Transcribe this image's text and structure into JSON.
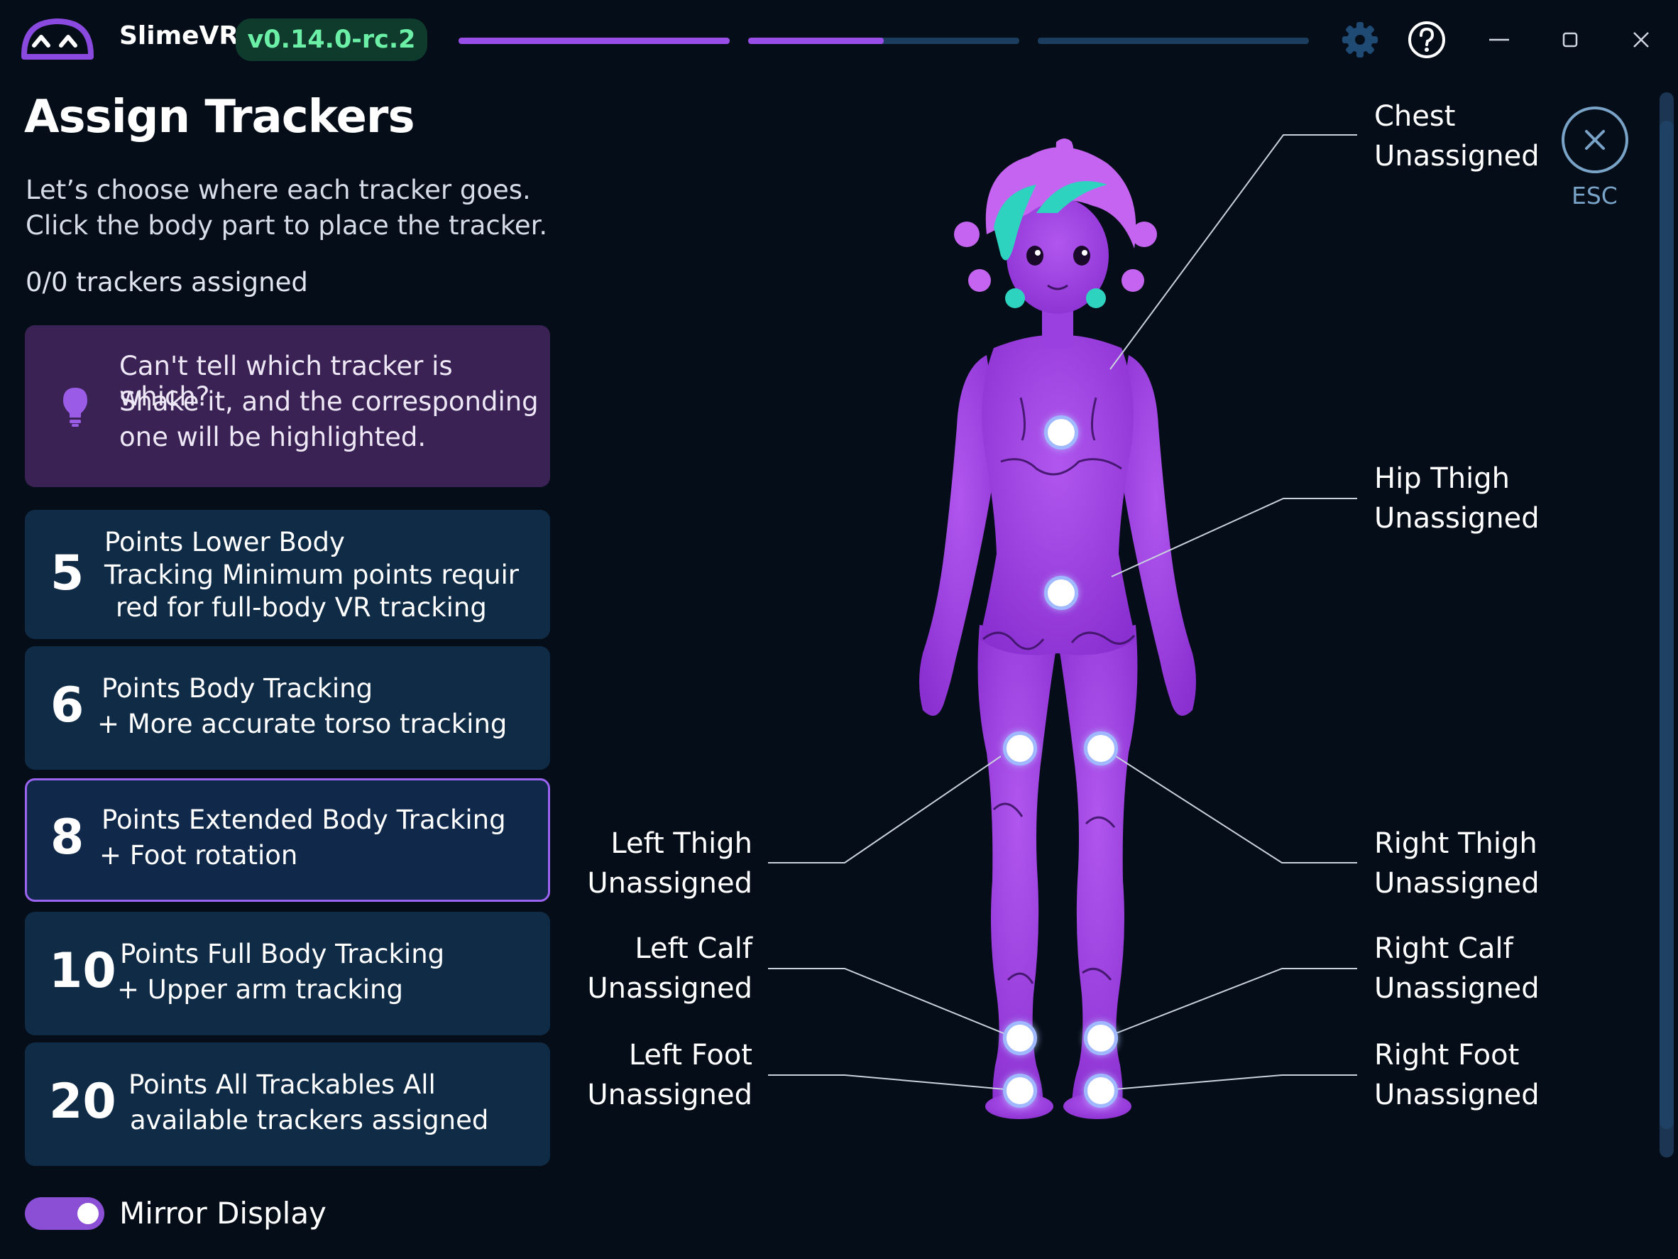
{
  "app": {
    "name": "SlimeVR",
    "version": "v0.14.0-rc.2",
    "progress": [
      1.0,
      0.5,
      0.0
    ],
    "icons": [
      "slimevr-logo-icon",
      "gear-icon",
      "help-icon",
      "minimize-icon",
      "maximize-icon",
      "close-icon"
    ]
  },
  "page": {
    "title": "Assign Trackers",
    "subtitle_line1": "Let’s choose where each tracker goes.",
    "subtitle_line2": "Click the body part to place the tracker.",
    "count": "0/0 trackers assigned"
  },
  "tip": {
    "icon": "lightbulb-icon",
    "line1": "Can't tell which tracker is which?",
    "line2": "Shake it, and the corresponding",
    "line3": "one will be highlighted."
  },
  "modes": [
    {
      "number": "5",
      "line1": "Points Lower Body",
      "line2": "Tracking Minimum points requir",
      "line3": "red for full-body VR tracking",
      "selected": false
    },
    {
      "number": "6",
      "line1": "Points Body Tracking",
      "line2": "+ More accurate torso tracking",
      "selected": false
    },
    {
      "number": "8",
      "line1": "Points Extended Body Tracking",
      "line2": "+ Foot rotation",
      "selected": true
    },
    {
      "number": "10",
      "line1": "Points Full Body Tracking",
      "line2": "+ Upper arm tracking",
      "selected": false
    },
    {
      "number": "20",
      "line1": "Points All Trackables All",
      "line2": "available trackers assigned",
      "selected": false
    }
  ],
  "mirror": {
    "label": "Mirror Display",
    "enabled": true
  },
  "esc": {
    "label": "ESC"
  },
  "body_parts": {
    "chest": {
      "name": "Chest",
      "status": "Unassigned"
    },
    "hip": {
      "name": "Hip Thigh",
      "status": "Unassigned"
    },
    "left_thigh": {
      "name": "Left Thigh",
      "status": "Unassigned"
    },
    "right_thigh": {
      "name": "Right Thigh",
      "status": "Unassigned"
    },
    "left_calf": {
      "name": "Left Calf",
      "status": "Unassigned"
    },
    "right_calf": {
      "name": "Right Calf",
      "status": "Unassigned"
    },
    "left_foot": {
      "name": "Left Foot",
      "status": "Unassigned"
    },
    "right_foot": {
      "name": "Right Foot",
      "status": "Unassigned"
    }
  },
  "colors": {
    "background": "#050d18",
    "accent": "#9a4ee8",
    "version_text": "#6cf0a7",
    "card": "#0f2b46",
    "tip_card": "#3a2354",
    "avatar_body": "#a645e6",
    "avatar_hair": "#2ed3c0"
  }
}
